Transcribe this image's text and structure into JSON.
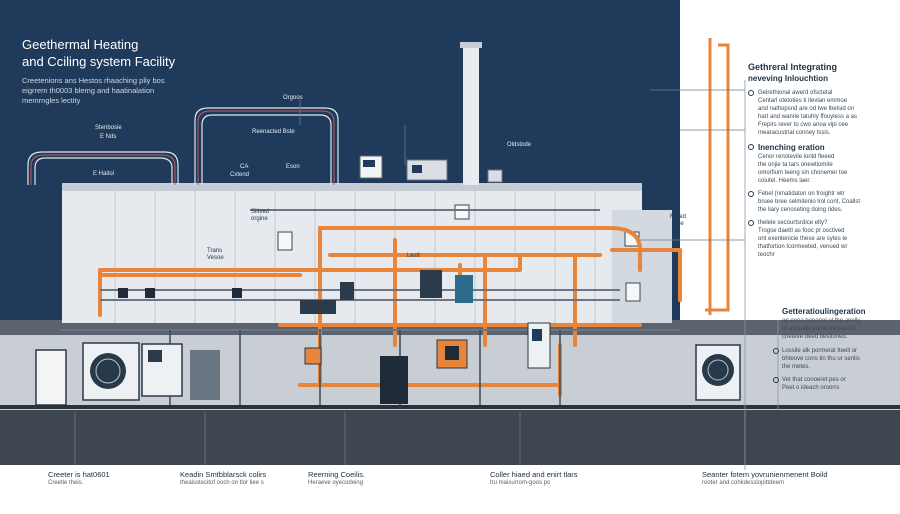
{
  "title": {
    "line1": "Geethermal Heating",
    "line2": "and Cciling system Facility"
  },
  "intro": {
    "line1": "Creetenions ans Hestos rhaaching pliy bos",
    "line2": "eigrrem th0003 blemg and haatinalation",
    "line3": "memrngles lectity"
  },
  "top_labels": {
    "orgoos": "Orgoos",
    "stenbosie": "Stenbosie",
    "e_nde": "E Nds",
    "e_hatol": "E Haitol",
    "reenacted": "Reenacted Bste",
    "ca": "CA",
    "cxtend": "Cxtend",
    "eson": "Eson",
    "oldstode": "Oldstode"
  },
  "mid_labels": {
    "sitved": "Siitved",
    "sitved_sub": "orgine",
    "trans": "Trans",
    "trans_sub": "Vesoe",
    "lestl": "Lestl",
    "mixed": "Mixed",
    "mixed_sub": "tape"
  },
  "right_panel": {
    "heading": "Gethreral Integrating",
    "subheading": "neveving Inlouchtion",
    "block1": [
      "Gelrethional awerd ofsctetal",
      "Centarl otetoties ti Ilevlan emmoe",
      "and nalhopsnd are od twe lbelsid on",
      "hart and wanrie tatuhly ffouyless a as",
      "Frepirs rever to cwo anoa vipi cee",
      "mearacustrial conney tssis."
    ],
    "block2_heading": "Inenching eration",
    "block2": [
      "Cenor renotevile ionld fleeed",
      "the onjie ta tars onewtiomite",
      "omorfium teeng sin chonemer toe",
      "coiutel. Heems laer."
    ],
    "block3": [
      "Febel (nmatidaton on froightr wtr",
      "bruee bree selmitenio lrol cont, Coallst",
      "the liary cenoseting doing rides."
    ],
    "block4": [
      "thelele secourtsrdice elty?",
      "Trogse daettl as fooc pr osctived",
      "ont exentenicie these are sytes te",
      "thatfortion Icormeeted, venued wr",
      "teochr"
    ]
  },
  "right_lower": {
    "heading": "Getteratioulingeration",
    "text": [
      "op oona penonel ul the anelly,",
      "or annuolereanto miceesst?",
      "cheteve deed bestioned."
    ],
    "item1": [
      "Lossile alk pormerat tteell or",
      "bhteove cons tin thu ur senlis",
      "the metes."
    ],
    "item2": [
      "Vet that conoeret pes or",
      "Peet o ideach oroorrs"
    ]
  },
  "bottom_labels": [
    {
      "title": "Creeter is hat0601",
      "sub": "Creetle theis."
    },
    {
      "title": "Keadin Smtbblarsck colirs",
      "sub": "theaisstecitof ooch on tlor liee s"
    },
    {
      "title": "Reerning Coeilis.",
      "sub": "Heraeve oyecodeing"
    },
    {
      "title": "Coller hiaed and enirt tlars",
      "sub": "tru maisurrom-goos po"
    },
    {
      "title": "Seanter fotem yovrunienmenent Boild",
      "sub": "rooter and cohkdesslopittdeem"
    }
  ],
  "colors": {
    "navy": "#1f3a5a",
    "pipe": "#e8853a",
    "wall": "#dde3ea",
    "floor": "#3e4650"
  }
}
